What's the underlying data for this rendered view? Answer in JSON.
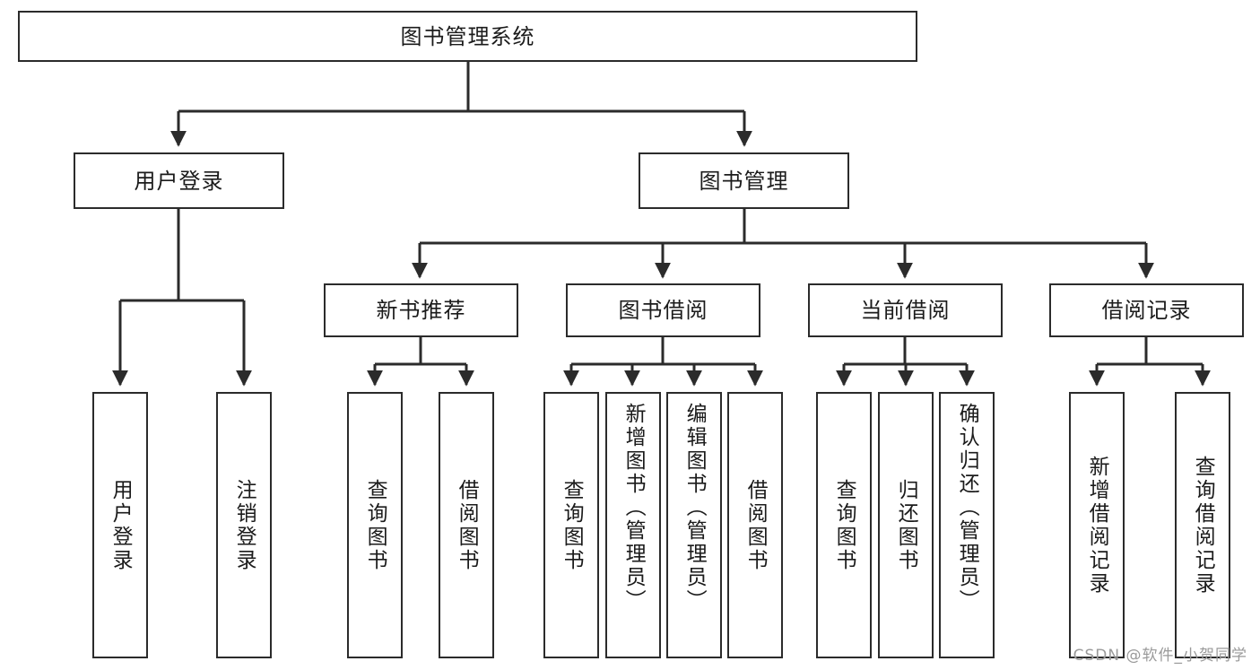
{
  "diagram": {
    "type": "hierarchy-tree",
    "title": "图书管理系统",
    "root": {
      "id": "root",
      "label": "图书管理系统",
      "orientation": "horizontal"
    },
    "level2": [
      {
        "id": "user-login",
        "label": "用户登录",
        "orientation": "horizontal"
      },
      {
        "id": "book-manage",
        "label": "图书管理",
        "orientation": "horizontal"
      }
    ],
    "level3": [
      {
        "id": "new-book-recommend",
        "label": "新书推荐",
        "orientation": "horizontal",
        "parent": "book-manage"
      },
      {
        "id": "book-borrow",
        "label": "图书借阅",
        "orientation": "horizontal",
        "parent": "book-manage"
      },
      {
        "id": "current-borrow",
        "label": "当前借阅",
        "orientation": "horizontal",
        "parent": "book-manage"
      },
      {
        "id": "borrow-record",
        "label": "借阅记录",
        "orientation": "horizontal",
        "parent": "book-manage"
      }
    ],
    "leaves": [
      {
        "id": "leaf-user-login",
        "label": "用户登录",
        "parent": "user-login"
      },
      {
        "id": "leaf-user-logout",
        "label": "注销登录",
        "parent": "user-login"
      },
      {
        "id": "leaf-query-book-1",
        "label": "查询图书",
        "parent": "new-book-recommend"
      },
      {
        "id": "leaf-borrow-book-1",
        "label": "借阅图书",
        "parent": "new-book-recommend"
      },
      {
        "id": "leaf-query-book-2",
        "label": "查询图书",
        "parent": "book-borrow"
      },
      {
        "id": "leaf-add-book",
        "label": "新增图书（管理员）",
        "parent": "book-borrow"
      },
      {
        "id": "leaf-edit-book",
        "label": "编辑图书（管理员）",
        "parent": "book-borrow"
      },
      {
        "id": "leaf-borrow-book-2",
        "label": "借阅图书",
        "parent": "book-borrow"
      },
      {
        "id": "leaf-query-book-3",
        "label": "查询图书",
        "parent": "current-borrow"
      },
      {
        "id": "leaf-return-book",
        "label": "归还图书",
        "parent": "current-borrow"
      },
      {
        "id": "leaf-confirm-return",
        "label": "确认归还（管理员）",
        "parent": "current-borrow"
      },
      {
        "id": "leaf-add-record",
        "label": "新增借阅记录",
        "parent": "borrow-record"
      },
      {
        "id": "leaf-query-record",
        "label": "查询借阅记录",
        "parent": "borrow-record"
      }
    ],
    "colors": {
      "stroke": "#2b2b2b",
      "fill": "#ffffff",
      "text": "#1b1b1b",
      "watermark": "#9a9a9a"
    }
  },
  "watermark": {
    "text": "CSDN @软件_小贺同学"
  }
}
